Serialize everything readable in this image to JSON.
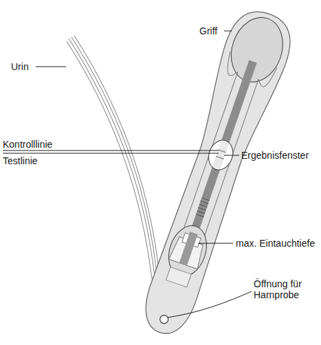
{
  "diagram": {
    "labels": [
      "Urin",
      "Griff",
      "Kontrolllinie",
      "Testlinie",
      "Ergebnisfenster",
      "max. Eintauchtiefe",
      "Öffnung für Harnprobe"
    ]
  }
}
